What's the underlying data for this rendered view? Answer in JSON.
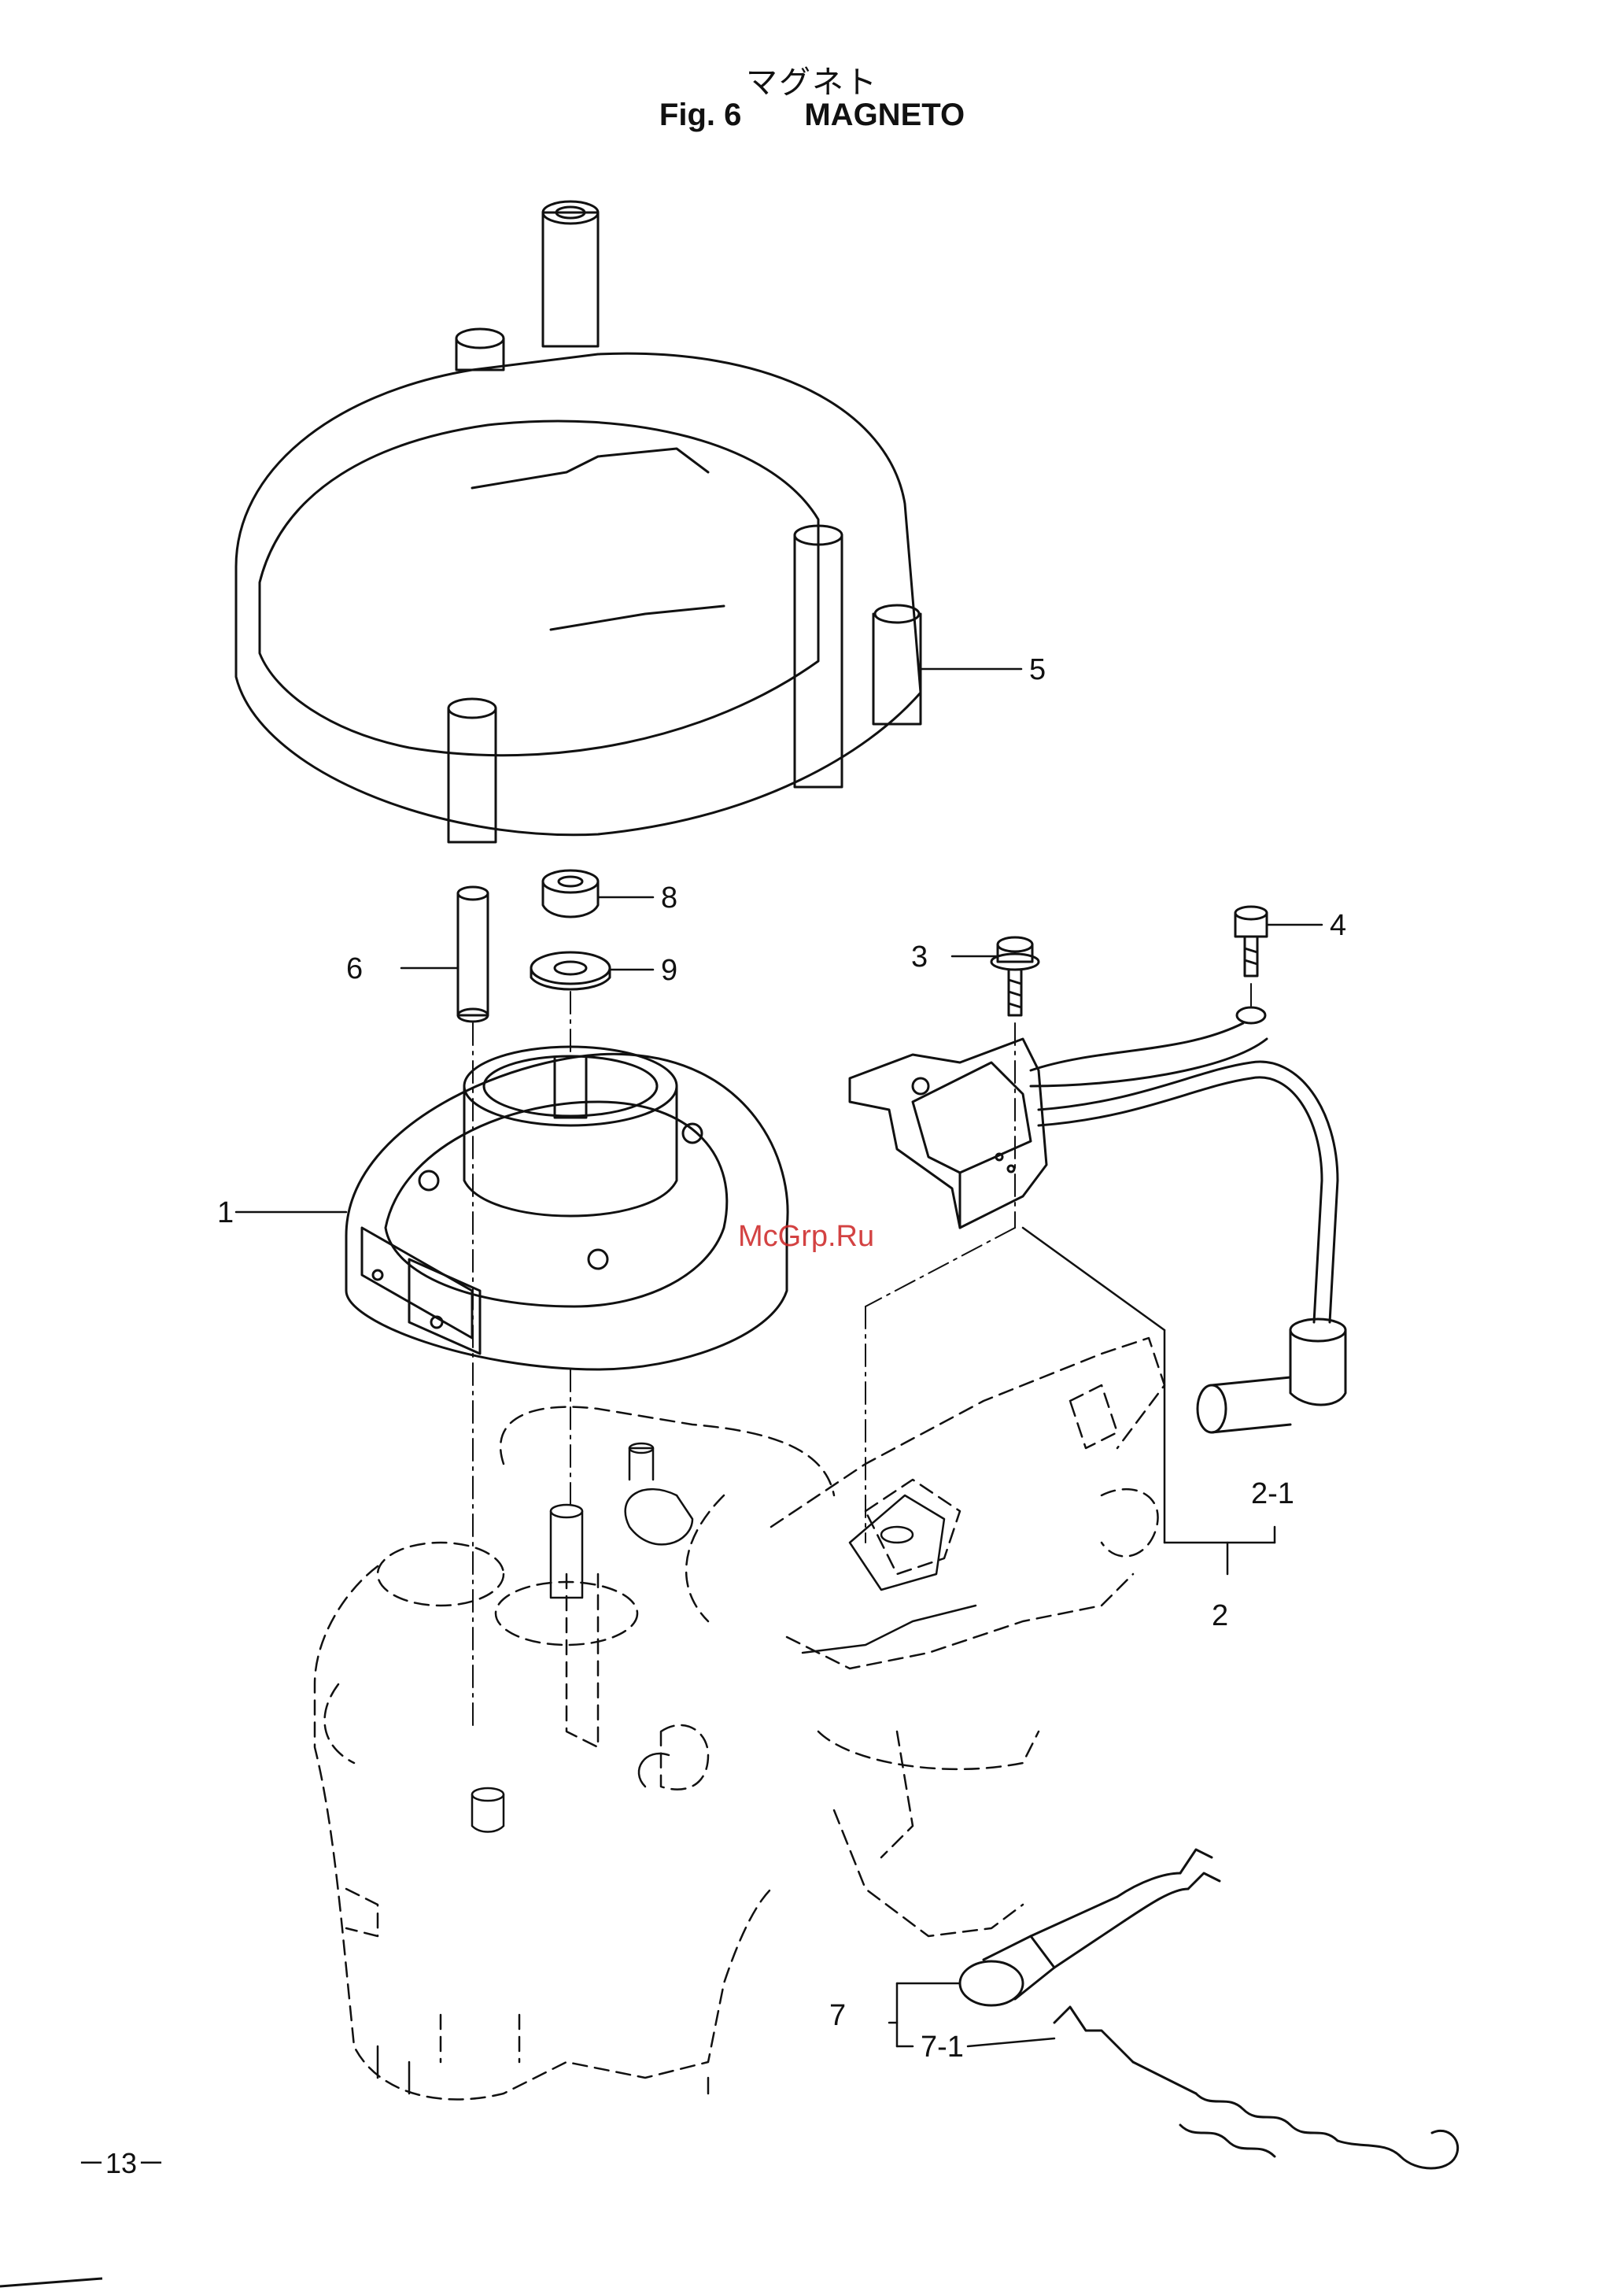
{
  "header": {
    "title_jp": "マグネト",
    "fig_label": "Fig. 6",
    "fig_title": "MAGNETO"
  },
  "callouts": {
    "c1": "1",
    "c2": "2",
    "c2_1": "2-1",
    "c3": "3",
    "c4": "4",
    "c5": "5",
    "c6": "6",
    "c7": "7",
    "c7_1": "7-1",
    "c8": "8",
    "c9": "9"
  },
  "watermark": "McGrp.Ru",
  "page_number": "－13－"
}
